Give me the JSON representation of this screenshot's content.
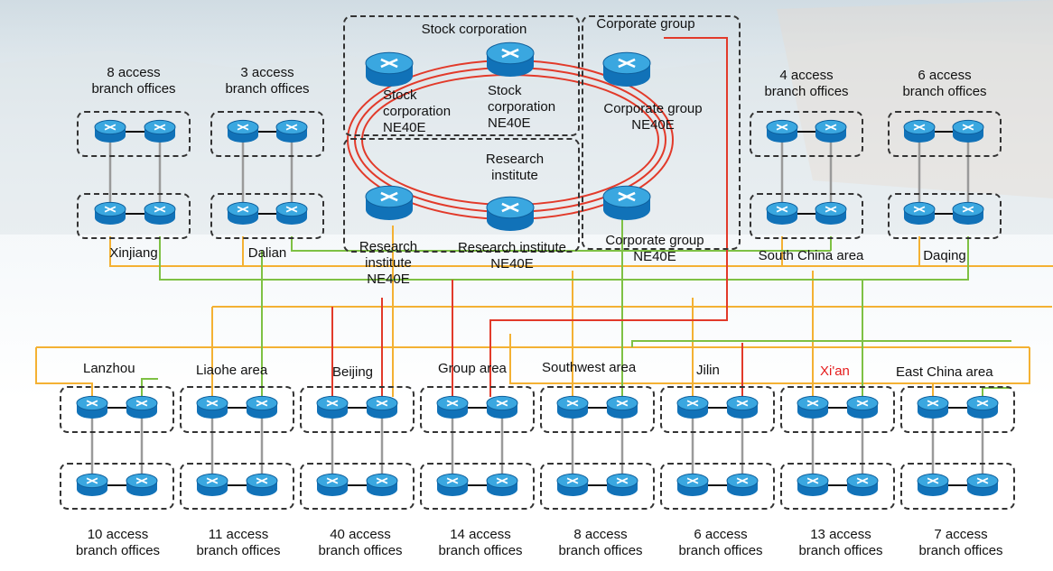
{
  "colors": {
    "orange": "#f4b133",
    "green": "#7ec144",
    "red": "#e23a2a",
    "gray": "#9a9a9a",
    "router_top": "#3aa7e0",
    "router_side": "#1172b8",
    "highlight_label": "#e51c1c"
  },
  "icons": {
    "router": "router-icon"
  },
  "core": {
    "stock_corporation": {
      "title": "Stock corporation",
      "node_a": "Stock\ncorporation\nNE40E",
      "node_b": "Stock\ncorporation\nNE40E"
    },
    "corporate_group": {
      "title": "Corporate group",
      "node_a": "Corporate group\nNE40E",
      "node_b": "Corporate group\nNE40E"
    },
    "research_institute": {
      "title": "Research\ninstitute",
      "node_a": "Research\ninstitute\nNE40E",
      "node_b": "Research institute\nNE40E"
    }
  },
  "top_sites": [
    {
      "name": "Xinjiang",
      "branches": "8 access\nbranch offices"
    },
    {
      "name": "Dalian",
      "branches": "3 access\nbranch offices"
    },
    {
      "name": "South China area",
      "branches": "4 access\nbranch offices"
    },
    {
      "name": "Daqing",
      "branches": "6 access\nbranch offices"
    }
  ],
  "bottom_sites": [
    {
      "name": "Lanzhou",
      "branches": "10 access\nbranch offices"
    },
    {
      "name": "Liaohe area",
      "branches": "11 access\nbranch offices"
    },
    {
      "name": "Beijing",
      "branches": "40 access\nbranch offices"
    },
    {
      "name": "Group area",
      "branches": "14 access\nbranch offices"
    },
    {
      "name": "Southwest area",
      "branches": "8 access\nbranch offices"
    },
    {
      "name": "Jilin",
      "branches": "6 access\nbranch offices"
    },
    {
      "name": "Xi'an",
      "branches": "13 access\nbranch offices",
      "highlight": true
    },
    {
      "name": "East China area",
      "branches": "7 access\nbranch offices"
    }
  ]
}
